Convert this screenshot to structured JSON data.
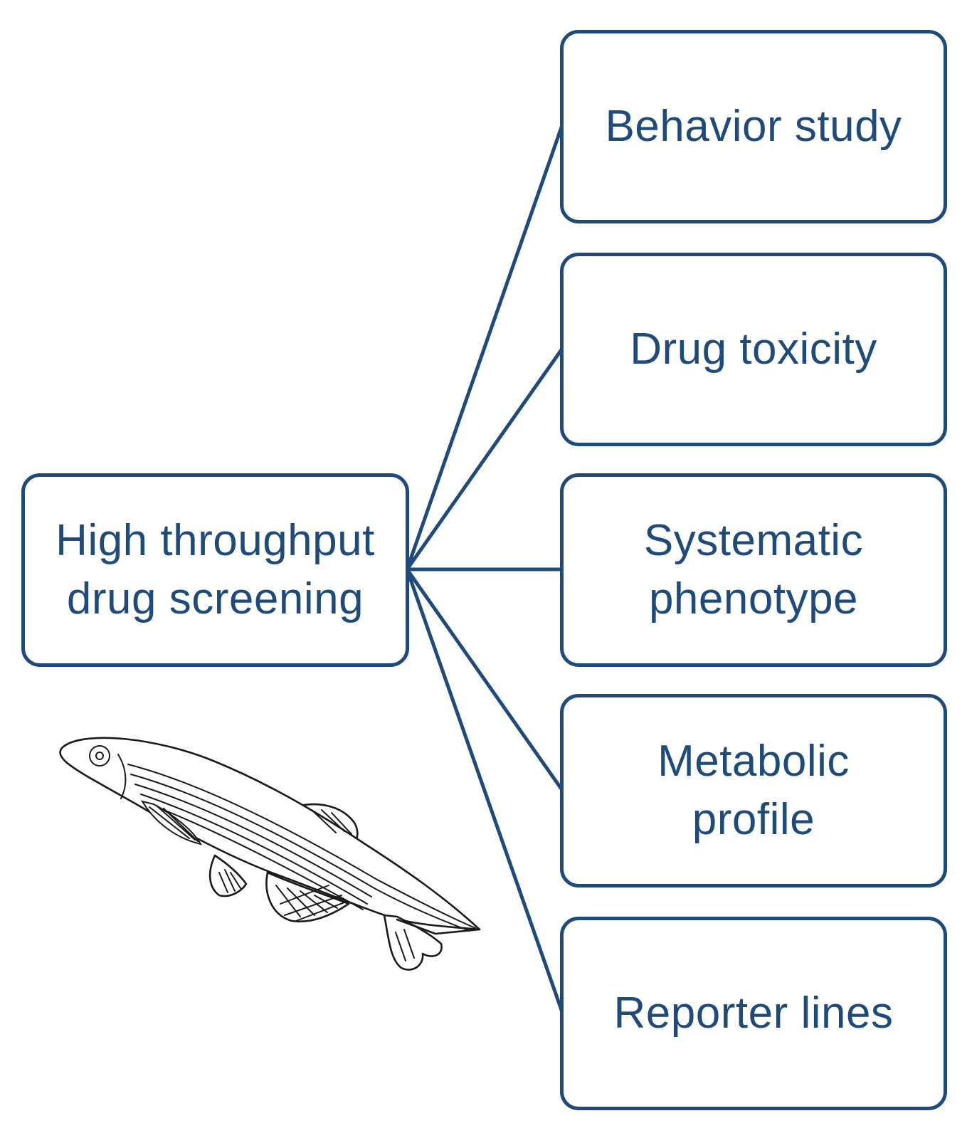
{
  "diagram": {
    "hub": {
      "lines": [
        "High throughput",
        "drug screening"
      ]
    },
    "outcomes": [
      {
        "lines": [
          "Behavior study"
        ]
      },
      {
        "lines": [
          "Drug toxicity"
        ]
      },
      {
        "lines": [
          "Systematic",
          "phenotype"
        ]
      },
      {
        "lines": [
          "Metabolic",
          "profile"
        ]
      },
      {
        "lines": [
          "Reporter lines"
        ]
      }
    ]
  },
  "colors": {
    "accent": "#1f4a7c",
    "illustration_stroke": "#1a1a1a",
    "background": "#ffffff"
  },
  "icons": {
    "illustration": "zebrafish-icon"
  }
}
